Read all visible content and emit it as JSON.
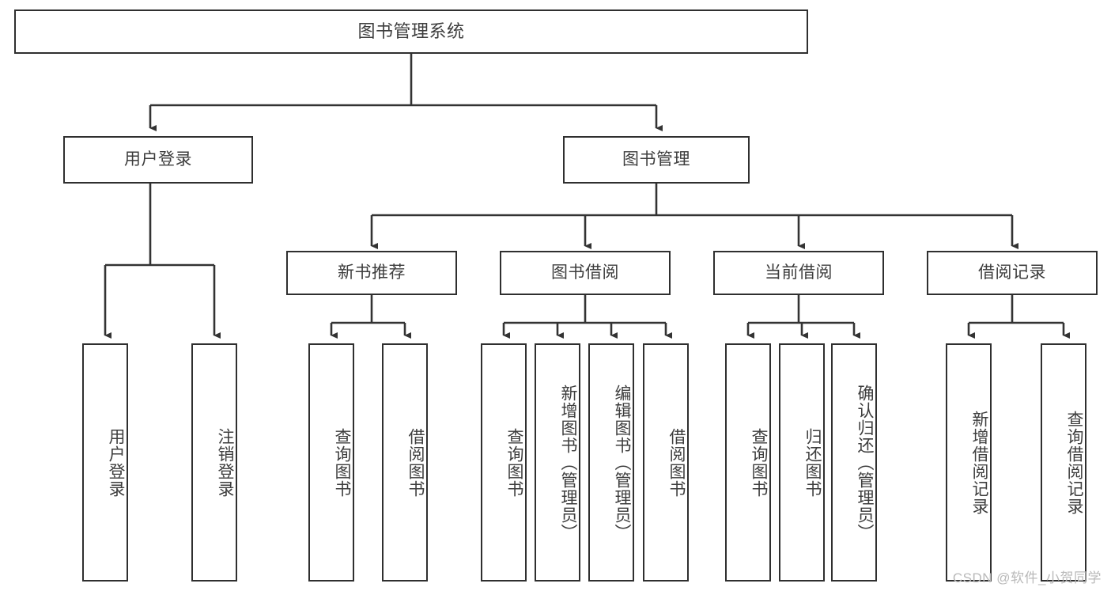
{
  "diagram": {
    "title": "图书管理系统",
    "type": "hierarchy-tree",
    "root": {
      "label": "图书管理系统"
    },
    "level2": [
      {
        "label": "用户登录"
      },
      {
        "label": "图书管理"
      }
    ],
    "level3": [
      {
        "label": "新书推荐"
      },
      {
        "label": "图书借阅"
      },
      {
        "label": "当前借阅"
      },
      {
        "label": "借阅记录"
      }
    ],
    "leaves": {
      "user_login": [
        {
          "label": "用户登录"
        },
        {
          "label": "注销登录"
        }
      ],
      "new_book_recommend": [
        {
          "label": "查询图书"
        },
        {
          "label": "借阅图书"
        }
      ],
      "book_borrow": [
        {
          "label": "查询图书"
        },
        {
          "label": "新增图书（管理员）"
        },
        {
          "label": "编辑图书（管理员）"
        },
        {
          "label": "借阅图书"
        }
      ],
      "current_borrow": [
        {
          "label": "查询图书"
        },
        {
          "label": "归还图书"
        },
        {
          "label": "确认归还（管理员）"
        }
      ],
      "borrow_record": [
        {
          "label": "新增借阅记录"
        },
        {
          "label": "查询借阅记录"
        }
      ]
    }
  },
  "watermark": {
    "text": "CSDN @软件_小贺同学"
  },
  "colors": {
    "box_border": "#2f2f2f",
    "box_fill": "#ffffff",
    "text": "#3d3d3d",
    "connector": "#333333",
    "watermark": "#b9b9b9"
  }
}
